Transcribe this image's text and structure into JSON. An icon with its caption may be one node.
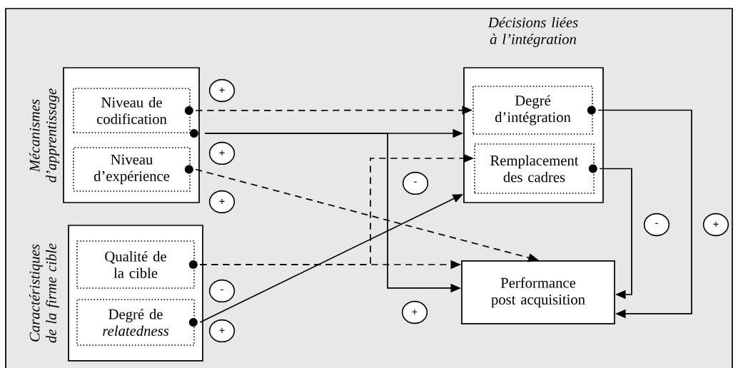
{
  "diagram": {
    "nodes": [
      {
        "text": [
          "Mécanismes d’apprentissage"
        ]
      },
      {
        "text": [
          "Niveau de codification"
        ],
        "in": 0
      },
      {
        "text": [
          "Niveau d’expérience"
        ],
        "in": 0
      },
      {
        "text": [
          "Caractéristiques de la firme cible"
        ]
      },
      {
        "text": [
          "Qualité de la cible"
        ],
        "in": 3
      },
      {
        "text": [
          "Degré de *relatedness*"
        ],
        "in": 3
      },
      {
        "text": [
          "Décisions liées à l’intégration"
        ]
      },
      {
        "text": [
          "Degré d’intégration"
        ],
        "in": 6
      },
      {
        "text": [
          "Remplacement des cadres"
        ],
        "in": 6
      },
      {
        "text": [
          "Performance post acquisition"
        ]
      }
    ],
    "edges": [
      {
        "from": 1,
        "to": 7,
        "arrow": "to",
        "style": "dashed",
        "label": "+"
      },
      {
        "from": 0,
        "to": 6,
        "arrow": "to",
        "label": "+"
      },
      {
        "from": 0,
        "to": 9,
        "arrow": "to",
        "label": "+"
      },
      {
        "from": 2,
        "to": 9,
        "arrow": "to",
        "style": "dashed",
        "label": "+"
      },
      {
        "from": 4,
        "to": 9,
        "arrow": "to",
        "style": "dashed",
        "label": "-"
      },
      {
        "from": 4,
        "to": 8,
        "arrow": "to",
        "style": "dashed",
        "label": "-"
      },
      {
        "from": 5,
        "to": 6,
        "arrow": "to",
        "label": "+"
      },
      {
        "from": 7,
        "to": 9,
        "arrow": "to",
        "label": "+"
      },
      {
        "from": 8,
        "to": 9,
        "arrow": "to",
        "label": "-"
      }
    ]
  }
}
